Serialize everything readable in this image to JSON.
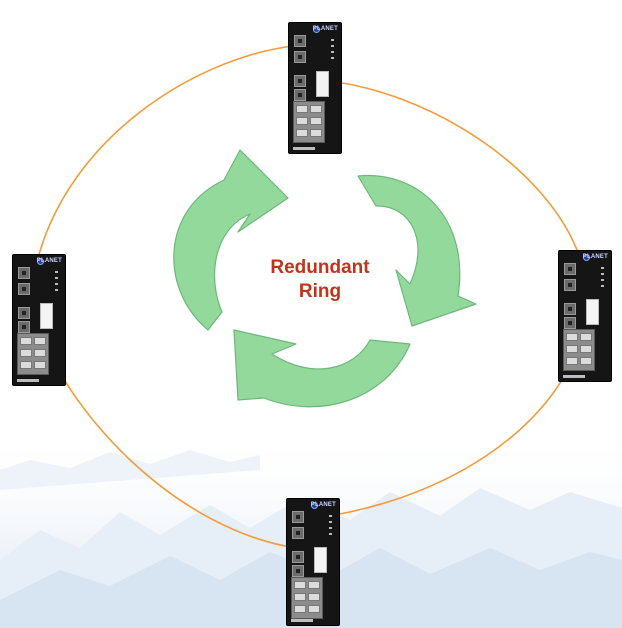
{
  "label": {
    "line1": "Redundant",
    "line2": "Ring"
  },
  "device": {
    "brand": "PLANET"
  },
  "colors": {
    "ring_cable": "#f29b3a",
    "arrow_fill": "#93d99c",
    "arrow_stroke": "#6cb87a",
    "label_text": "#c0341a",
    "switch_body": "#151515",
    "mountains": "#dbe7f3"
  },
  "switches": [
    {
      "id": "top",
      "name": "switch-top"
    },
    {
      "id": "left",
      "name": "switch-left"
    },
    {
      "id": "right",
      "name": "switch-right"
    },
    {
      "id": "bottom",
      "name": "switch-bottom"
    }
  ]
}
